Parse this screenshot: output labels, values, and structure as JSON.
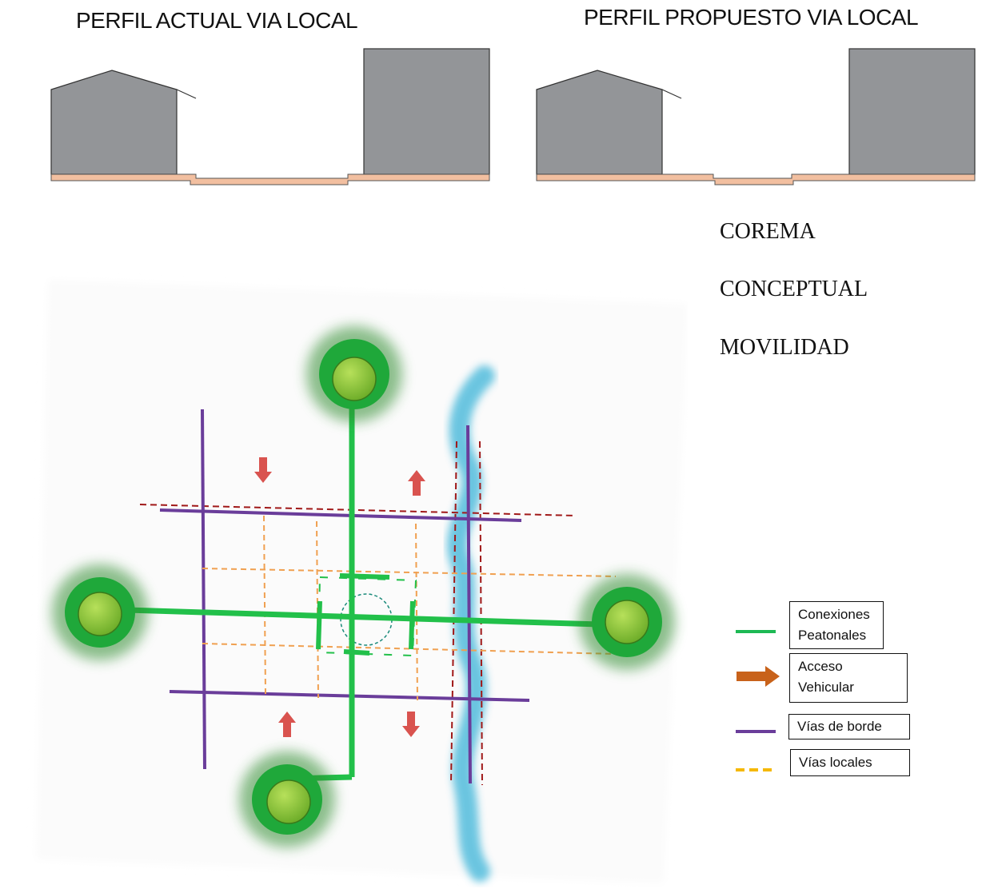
{
  "titles": {
    "current_profile": "PERFIL ACTUAL VIA LOCAL",
    "proposed_profile": "PERFIL PROPUESTO VIA LOCAL"
  },
  "corema": {
    "line1": "COREMA",
    "line2": "CONCEPTUAL",
    "line3": "MOVILIDAD"
  },
  "legend": {
    "items": [
      {
        "line1": "Conexiones",
        "line2": "Peatonales",
        "symbol": "solid-line",
        "color": "#1db954"
      },
      {
        "line1": "Acceso",
        "line2": "Vehicular",
        "symbol": "arrow",
        "color": "#c8621a"
      },
      {
        "line1": "Vías de borde",
        "symbol": "solid-line",
        "color": "#6a3d9a"
      },
      {
        "line1": "Vías locales",
        "symbol": "dashed-line",
        "color": "#f5b800"
      }
    ]
  },
  "colors": {
    "building": "#939598",
    "road_profile": "#f2bfa0",
    "pedestrian": "#22c04a",
    "node_fill": "#8dc63f",
    "edge_road": "#6a3d9a",
    "local_road": "#f0a050",
    "water": "#5bc0de",
    "boundary_dashed": "#a01818",
    "vehicle_arrow": "#d9534f"
  }
}
